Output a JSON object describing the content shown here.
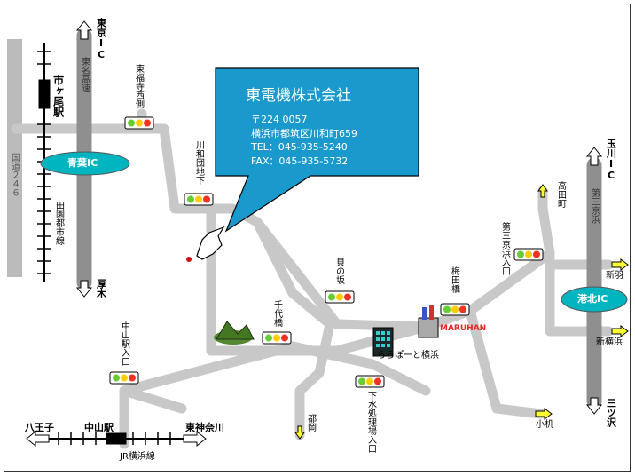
{
  "company": {
    "name": "東電機株式会社",
    "postal": "〒224 0057",
    "address": "横浜市都筑区川和町659",
    "tel": "TEL：045-935-5240",
    "fax": "FAX：045-935-5732"
  },
  "highways": {
    "tomei": "東名高速",
    "tomei_north_exit": "東京IC",
    "tomei_south_exit": "厚木",
    "aoba_ic": "青葉IC",
    "daisan_keihin": "第三京浜",
    "daisan_north_exit": "玉川IC",
    "daisan_south_exit": "三ツ沢",
    "kohoku_ic": "港北IC",
    "route246": "国道２４６"
  },
  "railways": {
    "ichigao_station": "市ヶ尾駅",
    "denentoshi_line": "田園都市線",
    "nakayama_station": "中山駅",
    "yokohama_line": "JR横浜線",
    "hachioji": "八王子",
    "higashikanagawa": "東神奈川"
  },
  "intersections": {
    "higashifukuji": "東福寺西側",
    "kawawadanchi": "川和団地下",
    "kainosaka": "貝の坂",
    "chiyobashi": "千代橋",
    "umedabashi": "梅田橋",
    "nakayama_iriguchi": "中山駅入口",
    "gesui": "下水処理場入口",
    "daisan_iriguchi": "第三京浜入口"
  },
  "directions": {
    "takata": "高田町",
    "tsuzuki": "都岡",
    "shinba": "新羽",
    "shinyokohama": "新横浜",
    "kozukue": "小机"
  },
  "landmarks": {
    "lalaport": "ららぽーと横浜",
    "maruhan": "MARUHAN"
  },
  "colors": {
    "road": "#c8c8c8",
    "highway": "#8f8f8f",
    "route246": "#bbbbbb",
    "ic_fill": "#00b5bf",
    "callout": "#1999cc",
    "rail": "#000000",
    "arrow_fill": "#ffff33"
  }
}
